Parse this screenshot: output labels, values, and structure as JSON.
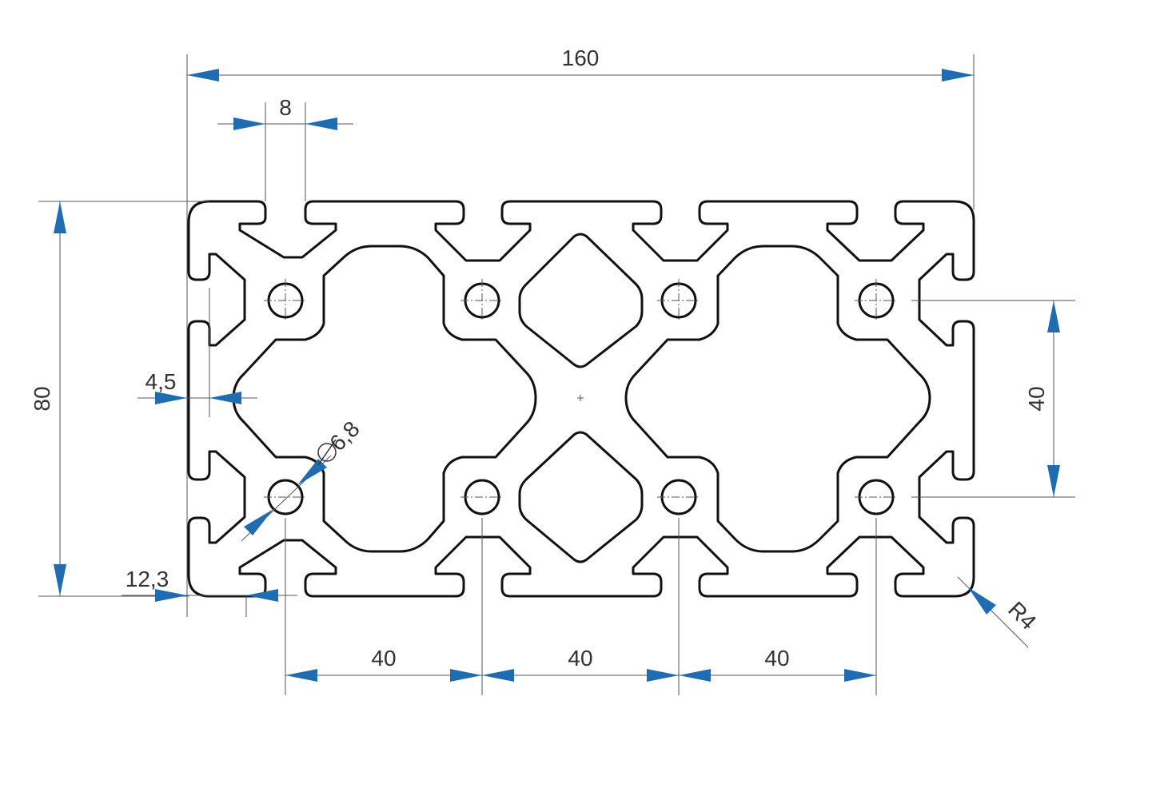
{
  "drawing": {
    "arrow_color": "#1f6db0",
    "dimensions": {
      "overall_width": "160",
      "slot_width": "8",
      "height": "80",
      "wall_thickness": "4,5",
      "hole_diameter": "6,8",
      "slot_offset": "12,3",
      "hole_spacing_vertical": "40",
      "hole_spacing_1": "40",
      "hole_spacing_2": "40",
      "hole_spacing_3": "40",
      "corner_radius": "R4"
    }
  }
}
